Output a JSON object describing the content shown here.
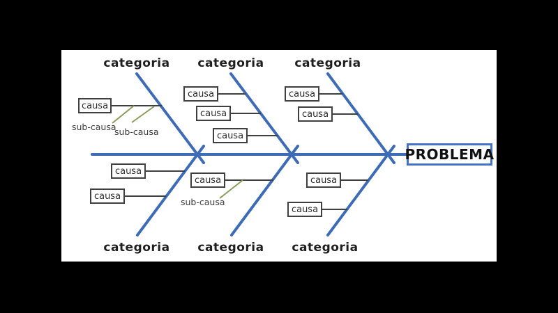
{
  "problem": {
    "label": "PROBLEMA"
  },
  "categories": [
    {
      "label": "categoria",
      "position": "top-left"
    },
    {
      "label": "categoria",
      "position": "top-middle"
    },
    {
      "label": "categoria",
      "position": "top-right"
    },
    {
      "label": "categoria",
      "position": "bottom-left"
    },
    {
      "label": "categoria",
      "position": "bottom-middle"
    },
    {
      "label": "categoria",
      "position": "bottom-right"
    }
  ],
  "causes": [
    {
      "label": "causa",
      "branch": "top-left"
    },
    {
      "label": "causa",
      "branch": "top-middle"
    },
    {
      "label": "causa",
      "branch": "top-middle"
    },
    {
      "label": "causa",
      "branch": "top-middle"
    },
    {
      "label": "causa",
      "branch": "top-right"
    },
    {
      "label": "causa",
      "branch": "top-right"
    },
    {
      "label": "causa",
      "branch": "bottom-left"
    },
    {
      "label": "causa",
      "branch": "bottom-left"
    },
    {
      "label": "causa",
      "branch": "bottom-middle"
    },
    {
      "label": "causa",
      "branch": "bottom-right"
    },
    {
      "label": "causa",
      "branch": "bottom-right"
    }
  ],
  "subcauses": [
    {
      "label": "sub-causa",
      "attached_to": "top-left cause"
    },
    {
      "label": "sub-causa",
      "attached_to": "top-left cause"
    },
    {
      "label": "sub-causa",
      "attached_to": "bottom-middle cause"
    }
  ],
  "colors": {
    "spine_and_branches": "#3d6bb5",
    "problem_border": "#4472c4",
    "connector_lines": "#3f3f3f",
    "subcause_lines": "#8a9a57",
    "box_border": "#3f3f3f",
    "text": "#1f1f1f",
    "diagram_background": "#ffffff",
    "letterbox": "#000000"
  }
}
